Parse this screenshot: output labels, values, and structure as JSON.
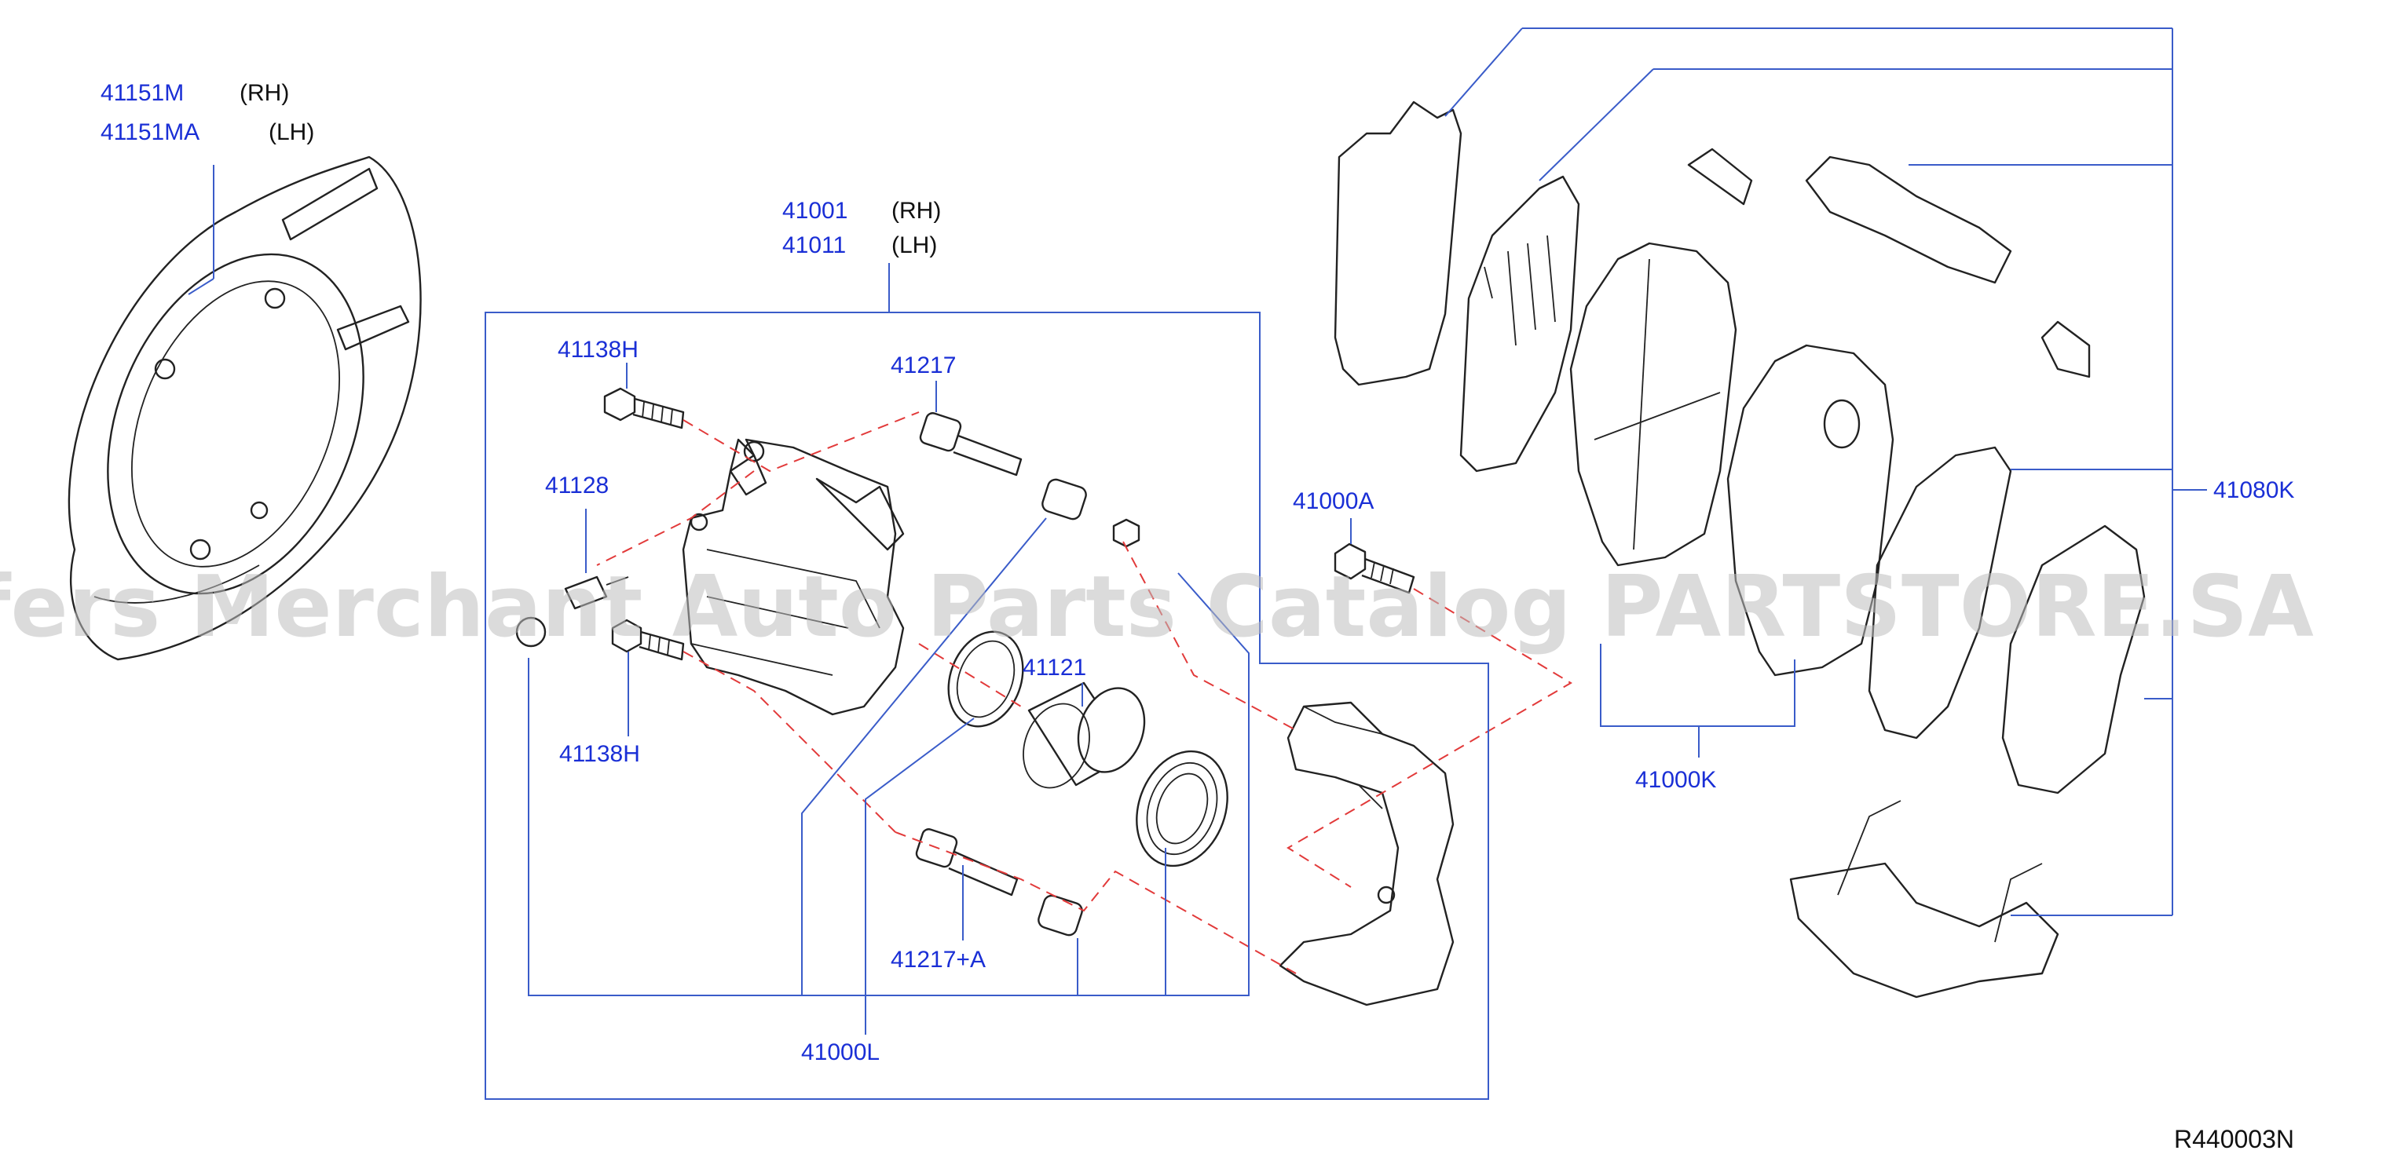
{
  "labels": {
    "shield_rh": "41151M",
    "shield_rh_side": "(RH)",
    "shield_lh": "41151MA",
    "shield_lh_side": "(LH)",
    "caliper_rh": "41001",
    "caliper_rh_side": "(RH)",
    "caliper_lh": "41011",
    "caliper_lh_side": "(LH)",
    "bolt_upper": "41138H",
    "bleeder": "41128",
    "bolt_lower": "41138H",
    "pin_upper": "41217",
    "pin_lower": "41217+A",
    "seal": "41121",
    "caliper_assy": "41000L",
    "mount_bolt": "41000A",
    "pad_kit": "41000K",
    "hardware_kit": "41080K"
  },
  "watermark": "Offers Merchant Auto Parts Catalog PARTSTORE.SA",
  "reference_code": "R440003N",
  "colors": {
    "part_number": "#1a2fd6",
    "leader": "#3a5cc9",
    "dashed_guide": "#e23a3a",
    "line_art": "#222222"
  }
}
